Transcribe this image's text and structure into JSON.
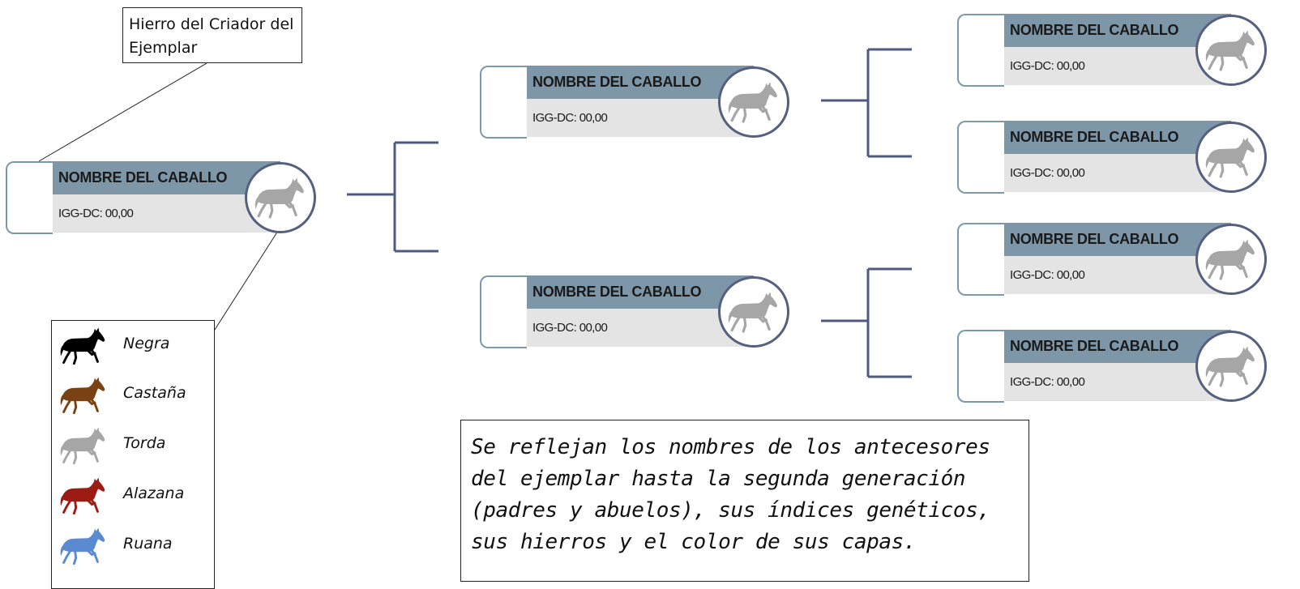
{
  "brand_note": "Hierro del Criador del Ejemplar",
  "horse_cards": [
    {
      "id": "subject",
      "name": "NOMBRE DEL CABALLO",
      "index": "IGG-DC: 00,00",
      "coat": "torda"
    },
    {
      "id": "sire",
      "name": "NOMBRE DEL CABALLO",
      "index": "IGG-DC: 00,00",
      "coat": "torda"
    },
    {
      "id": "dam",
      "name": "NOMBRE DEL CABALLO",
      "index": "IGG-DC: 00,00",
      "coat": "torda"
    },
    {
      "id": "sire-sire",
      "name": "NOMBRE DEL CABALLO",
      "index": "IGG-DC: 00,00",
      "coat": "torda"
    },
    {
      "id": "sire-dam",
      "name": "NOMBRE DEL CABALLO",
      "index": "IGG-DC: 00,00",
      "coat": "torda"
    },
    {
      "id": "dam-sire",
      "name": "NOMBRE DEL CABALLO",
      "index": "IGG-DC: 00,00",
      "coat": "torda"
    },
    {
      "id": "dam-dam",
      "name": "NOMBRE DEL CABALLO",
      "index": "IGG-DC: 00,00",
      "coat": "torda"
    }
  ],
  "coat_legend": [
    {
      "label": "Negra",
      "color": "#000000"
    },
    {
      "label": "Castaña",
      "color": "#7a4214"
    },
    {
      "label": "Torda",
      "color": "#a6a6a6"
    },
    {
      "label": "Alazana",
      "color": "#9c1c13"
    },
    {
      "label": "Ruana",
      "color": "#5a8bd2"
    }
  ],
  "summary": "Se reflejan los nombres de los antecesores del ejemplar hasta la segunda generación (padres y abuelos), sus índices genéticos, sus hierros y el color de sus capas.",
  "colors": {
    "name_bar": "#7d97a8",
    "index_bar": "#e4e4e4",
    "bracket": "#4f5a80",
    "circle_border": "#55607f",
    "brand_border": "#7a9aac"
  },
  "icon": "horse-icon"
}
